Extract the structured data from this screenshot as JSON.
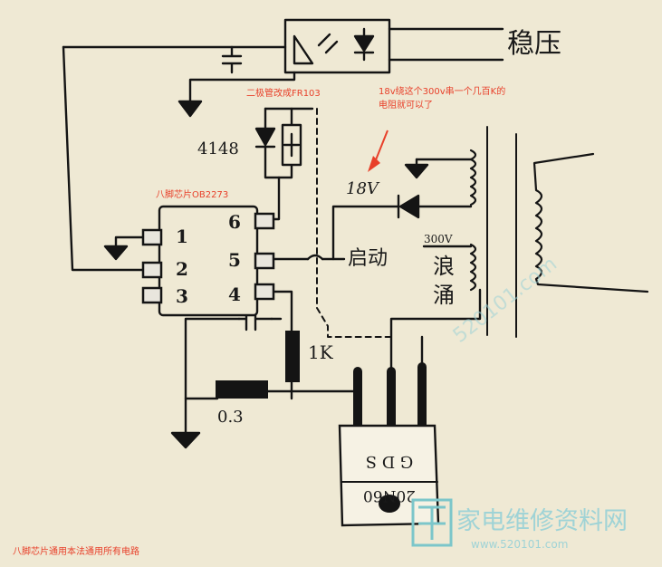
{
  "labels": {
    "regulator": "稳压",
    "diode_4148": "4148",
    "voltage_18v": "18V",
    "start": "启动",
    "surge_300v": "300V",
    "surge_line1": "浪",
    "surge_line2": "涌",
    "resistor_1k": "1K",
    "sense_resistor": "0.3",
    "pin1": "1",
    "pin2": "2",
    "pin3": "3",
    "pin4": "4",
    "pin5": "5",
    "pin6": "6",
    "mosfet_pins": "G D S",
    "mosfet_part": "20N60"
  },
  "annotations": {
    "top_diode_note": "二极管改成FR103",
    "top_right_note_line1": "18v绕这个300v串一个几百K的",
    "top_right_note_line2": "电阻就可以了",
    "chip_note": "八脚芯片OB2273",
    "bottom_note": "八脚芯片通用本法通用所有电路"
  },
  "watermark": {
    "brand": "家电维修资料网",
    "url": "www.520101.com",
    "url_short": "520101.com"
  },
  "colors": {
    "paper": "#efe9d4",
    "ink": "#141414",
    "annotation": "#e8402a",
    "watermark": "#9fd3d6"
  }
}
